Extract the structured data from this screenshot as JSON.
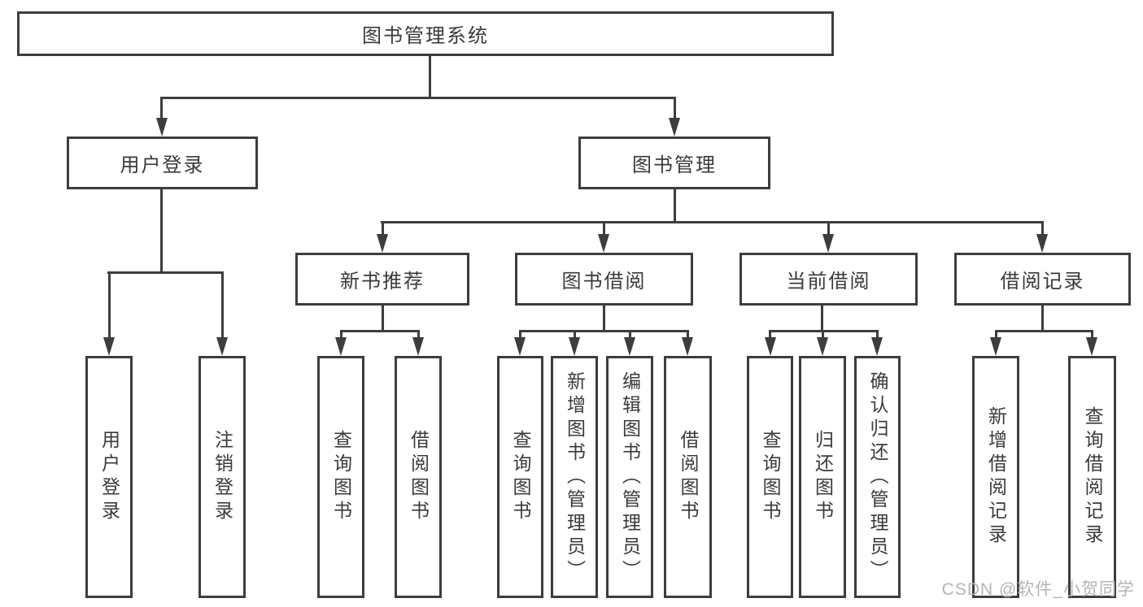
{
  "colors": {
    "line": "#3d3d3d",
    "text": "#3a3a3a",
    "watermark": "#b4b4b4",
    "bg": "#ffffff"
  },
  "watermark": {
    "text": "CSDN @软件_小贺同学"
  },
  "tree": {
    "label": "图书管理系统",
    "children": [
      {
        "label": "用户登录",
        "children": [
          {
            "label": "用户登录"
          },
          {
            "label": "注销登录"
          }
        ]
      },
      {
        "label": "图书管理",
        "children": [
          {
            "label": "新书推荐",
            "children": [
              {
                "label": "查询图书"
              },
              {
                "label": "借阅图书"
              }
            ]
          },
          {
            "label": "图书借阅",
            "children": [
              {
                "label": "查询图书"
              },
              {
                "label": "新增图书（管理员）"
              },
              {
                "label": "编辑图书（管理员）"
              },
              {
                "label": "借阅图书"
              }
            ]
          },
          {
            "label": "当前借阅",
            "children": [
              {
                "label": "查询图书"
              },
              {
                "label": "归还图书"
              },
              {
                "label": "确认归还（管理员）"
              }
            ]
          },
          {
            "label": "借阅记录",
            "children": [
              {
                "label": "新增借阅记录"
              },
              {
                "label": "查询借阅记录"
              }
            ]
          }
        ]
      }
    ]
  }
}
